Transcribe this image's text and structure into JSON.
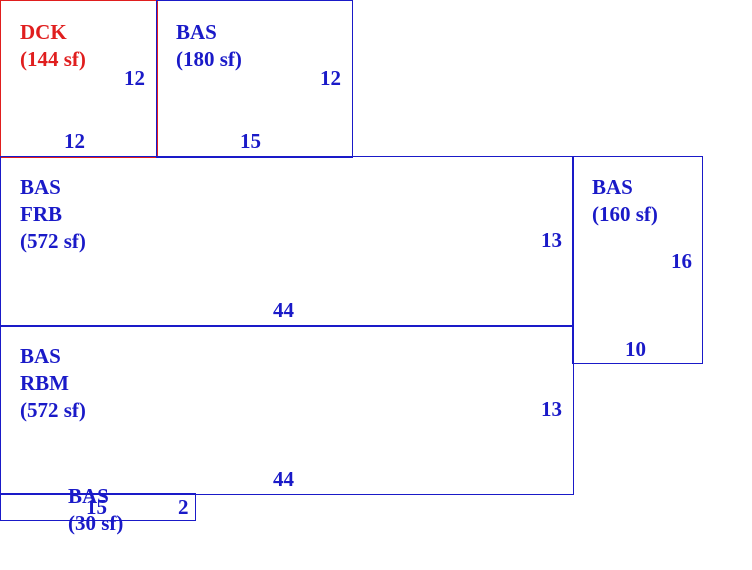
{
  "colors": {
    "blue": "#1a1ac8",
    "red": "#e01e1e"
  },
  "areas": {
    "deck": {
      "code": "DCK",
      "size": "(144 sf)",
      "side_dim": "12",
      "bottom_dim": "12"
    },
    "bas_top": {
      "code": "BAS",
      "size": "(180 sf)",
      "side_dim": "12",
      "bottom_dim": "15"
    },
    "bas_frb": {
      "code": "BAS",
      "sub": "FRB",
      "size": "(572 sf)",
      "side_dim": "13",
      "bottom_dim": "44"
    },
    "bas_right": {
      "code": "BAS",
      "size": "(160 sf)",
      "side_dim": "16",
      "bottom_dim": "10"
    },
    "bas_rbm": {
      "code": "BAS",
      "sub": "RBM",
      "size": "(572 sf)",
      "side_dim": "13",
      "bottom_dim": "44"
    },
    "bas_small": {
      "code": "BAS",
      "size": "(30 sf)",
      "side_dim": "2",
      "bottom_dim": "15"
    }
  }
}
